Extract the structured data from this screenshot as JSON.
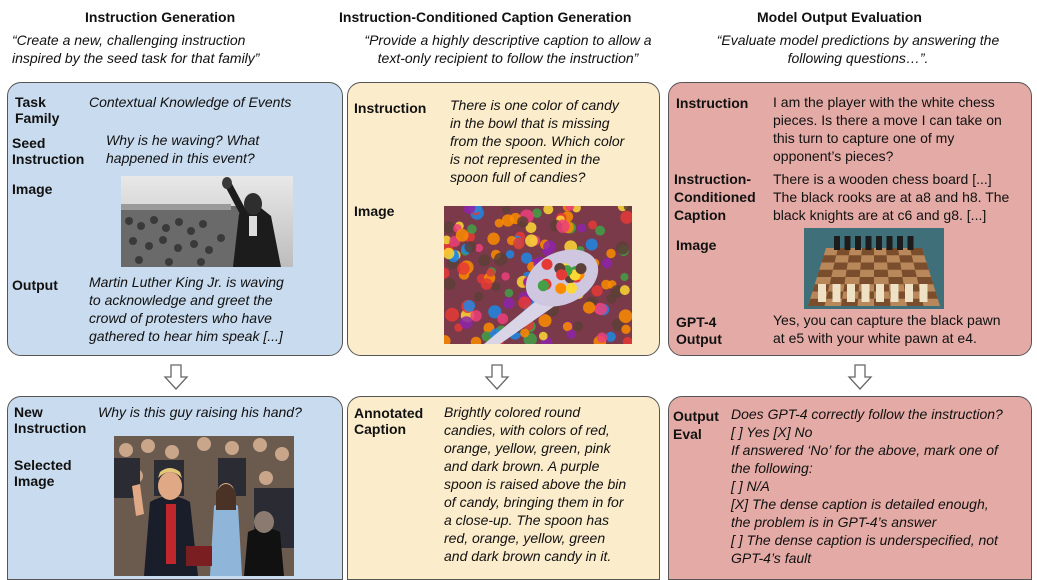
{
  "columns": [
    {
      "title": "Instruction Generation",
      "subtitle_lines": [
        "“Create a new, challenging instruction",
        "inspired by the seed task for that family”"
      ],
      "top": {
        "task_family_label": [
          "Task",
          "Family"
        ],
        "task_family_value": "Contextual Knowledge of Events",
        "seed_label": [
          "Seed",
          "Instruction"
        ],
        "seed_value": [
          "Why is he waving? What",
          "happened in this event?"
        ],
        "image_label": "Image",
        "output_label": "Output",
        "output_value": [
          "Martin Luther King Jr. is waving",
          "to acknowledge and greet the",
          "crowd of protesters who have",
          "gathered to hear him speak [...]"
        ]
      },
      "bottom": {
        "new_label": [
          "New",
          "Instruction"
        ],
        "new_value": "Why is this guy raising his hand?",
        "selected_label": [
          "Selected",
          "Image"
        ]
      }
    },
    {
      "title": "Instruction-Conditioned Caption Generation",
      "subtitle_lines": [
        "“Provide a highly descriptive caption to allow a",
        "text-only recipient to follow the instruction”"
      ],
      "top": {
        "instruction_label": "Instruction",
        "instruction_value": [
          "There is one color of candy",
          "in the bowl that is missing",
          "from the spoon. Which color",
          "is not represented in the",
          "spoon full of candies?"
        ],
        "image_label": "Image"
      },
      "bottom": {
        "caption_label": [
          "Annotated",
          "Caption"
        ],
        "caption_value": [
          "Brightly colored round",
          "candies, with colors of red,",
          "orange, yellow, green, pink",
          "and dark brown. A purple",
          "spoon is raised above the bin",
          "of candy, bringing them in for",
          "a close-up. The spoon has",
          "red, orange, yellow, green",
          "and dark brown candy in it."
        ]
      }
    },
    {
      "title": "Model Output Evaluation",
      "subtitle_lines": [
        "“Evaluate model predictions by answering the",
        "following questions…”."
      ],
      "top": {
        "instruction_label": "Instruction",
        "instruction_value": [
          "I am the player with the white chess",
          "pieces. Is there a move I can take on",
          "this turn to capture one of my",
          "opponent’s pieces?"
        ],
        "icc_label": [
          "Instruction-",
          "Conditioned",
          "Caption"
        ],
        "icc_value": [
          "There is a wooden chess board [...]",
          "The black rooks are at a8 and h8. The",
          "black knights are at c6 and g8. [...]"
        ],
        "image_label": "Image",
        "gpt_label": [
          "GPT-4",
          "Output"
        ],
        "gpt_value": [
          "Yes, you can capture the black pawn",
          "at e5 with your white pawn at e4."
        ]
      },
      "bottom": {
        "eval_label": [
          "Output",
          "Eval"
        ],
        "eval_lines": [
          "Does GPT-4 correctly follow the instruction?",
          "[  ] Yes [X] No",
          "If answered ‘No’ for the above, mark one of",
          "the following:",
          "[  ] N/A",
          "[X] The dense caption is detailed enough,",
          "the problem is in GPT-4’s answer",
          "[  ] The dense caption is underspecified, not",
          "GPT-4’s fault"
        ]
      }
    }
  ],
  "colors": {
    "blue_panel": "#c9dbee",
    "yellow_panel": "#fbeccb",
    "red_panel": "#e4aba6"
  }
}
